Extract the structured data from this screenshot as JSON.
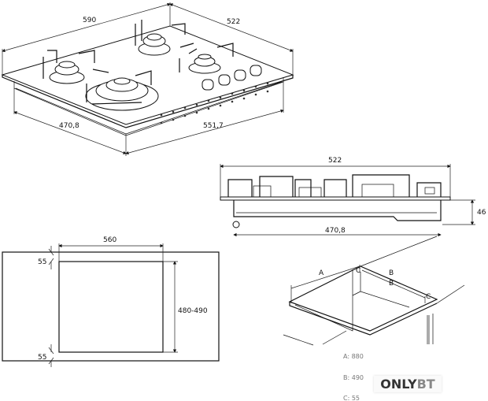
{
  "isometric_view": {
    "width": "590",
    "depth": "522",
    "body_depth": "470,8",
    "body_width": "551,7"
  },
  "side_view": {
    "width": "522",
    "height": "46",
    "body_depth": "470,8"
  },
  "cutout": {
    "width": "560",
    "depth": "480-490",
    "margin_top": "55",
    "margin_bottom": "55"
  },
  "installation": {
    "labels": [
      "A",
      "B",
      "B",
      "C",
      "C"
    ],
    "legend": [
      "A: 880",
      "B: 490",
      "C: 55"
    ]
  },
  "watermark": {
    "part1": "ONLY",
    "part2": "BT"
  }
}
